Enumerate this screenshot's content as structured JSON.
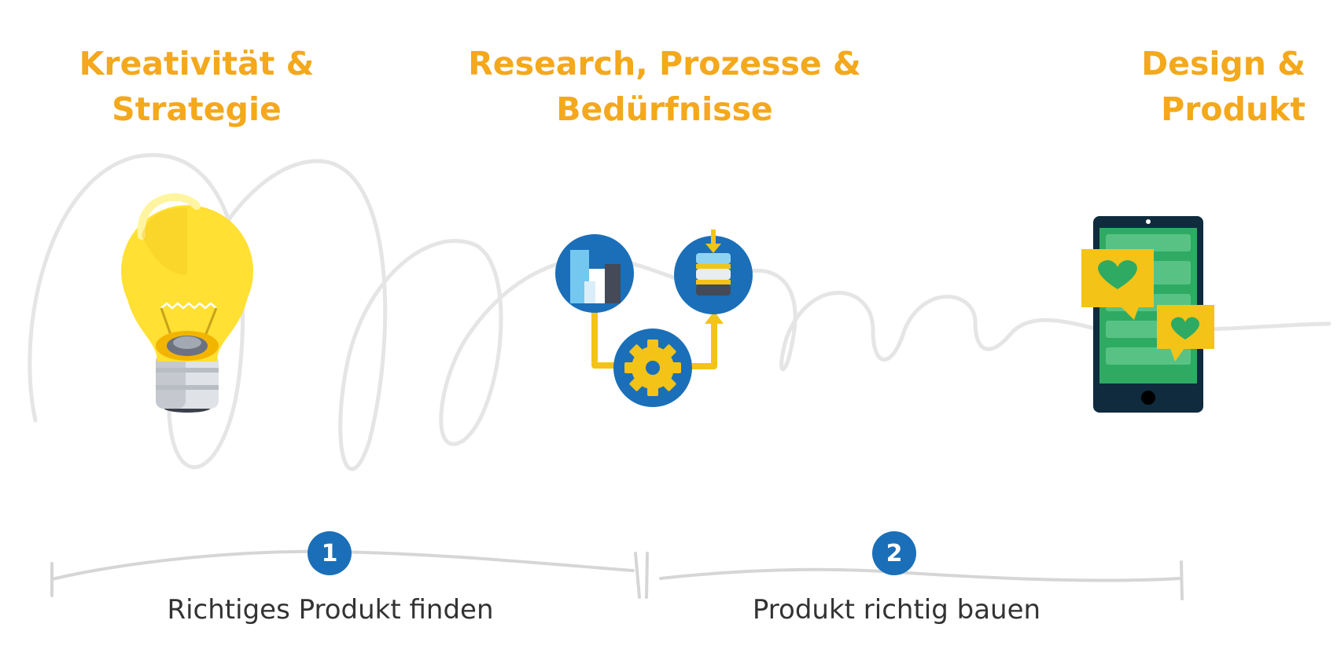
{
  "stages": [
    {
      "title_line1": "Kreativität &",
      "title_line2": "Strategie",
      "icon": "lightbulb-icon"
    },
    {
      "title_line1": "Research, Prozesse &",
      "title_line2": "Bedürfnisse",
      "icon": "process-flow-icon"
    },
    {
      "title_line1": "Design &",
      "title_line2": "Produkt",
      "icon": "smartphone-icon"
    }
  ],
  "steps": [
    {
      "number": "1",
      "label": "Richtiges Produkt finden"
    },
    {
      "number": "2",
      "label": "Produkt richtig bauen"
    }
  ],
  "colors": {
    "title": "#f4a81c",
    "badge": "#1a6fb8",
    "label": "#333333",
    "squiggle": "#e3e3e3"
  }
}
